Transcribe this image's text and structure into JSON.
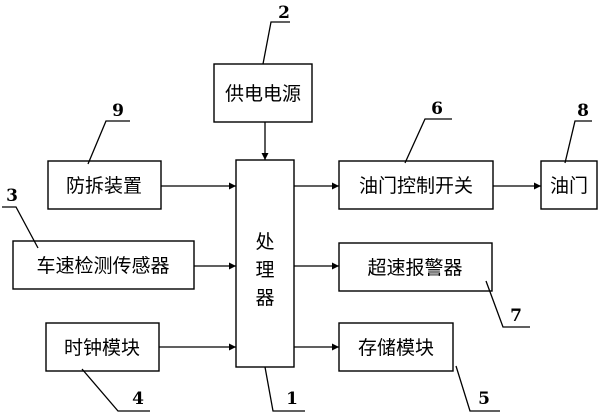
{
  "blocks": {
    "power": {
      "label": "供电电源",
      "ref": "2"
    },
    "anti_tamper": {
      "label": "防拆装置",
      "ref": "9"
    },
    "speed_sensor": {
      "label": "车速检测传感器",
      "ref": "3"
    },
    "clock": {
      "label": "时钟模块",
      "ref": "4"
    },
    "processor": {
      "label_lines": [
        "处",
        "理",
        "器"
      ],
      "ref": "1"
    },
    "throttle_switch": {
      "label": "油门控制开关",
      "ref": "6"
    },
    "throttle": {
      "label": "油门",
      "ref": "8"
    },
    "overspeed_alarm": {
      "label": "超速报警器",
      "ref": "7"
    },
    "storage": {
      "label": "存储模块",
      "ref": "5"
    }
  }
}
